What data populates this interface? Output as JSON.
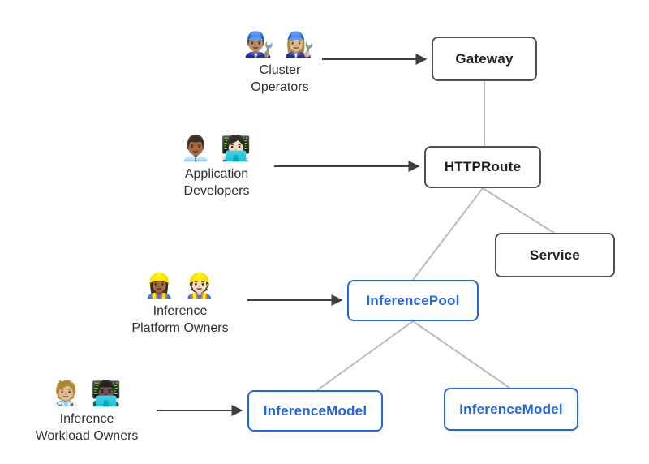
{
  "diagram": {
    "title_hint": "Gateway API inference extension resource model",
    "colors": {
      "background": "#ffffff",
      "standard_box_border": "#4e5256",
      "standard_box_text": "#212121",
      "inference_box_border": "#2166e6",
      "inference_box_text": "#2166e6",
      "connector_gray": "#b9bbbd",
      "arrow_dark": "#3c4043",
      "persona_text": "#2f2f2f"
    },
    "personas": [
      {
        "id": "cluster-operators",
        "emojis": "👨🏽‍🔧 👩🏼‍🔧",
        "line1": "Cluster",
        "line2": "Operators"
      },
      {
        "id": "application-developers",
        "emojis": "👨🏾‍💼 👩🏻‍💻",
        "line1": "Application",
        "line2": "Developers"
      },
      {
        "id": "inference-platform-owners",
        "emojis": "👷🏾‍♀️ 👷🏻",
        "line1": "Inference",
        "line2": "Platform Owners"
      },
      {
        "id": "inference-workload-owners",
        "emojis": "🧑🏼‍⚕️ 👨🏿‍💻",
        "line1": "Inference",
        "line2": "Workload Owners"
      }
    ],
    "nodes": [
      {
        "id": "gateway",
        "label": "Gateway",
        "style": "standard"
      },
      {
        "id": "httproute",
        "label": "HTTPRoute",
        "style": "standard"
      },
      {
        "id": "service",
        "label": "Service",
        "style": "standard"
      },
      {
        "id": "inference-pool",
        "label": "InferencePool",
        "style": "inference"
      },
      {
        "id": "inference-model-left",
        "label": "InferenceModel",
        "style": "inference"
      },
      {
        "id": "inference-model-right",
        "label": "InferenceModel",
        "style": "inference"
      }
    ],
    "edges": [
      {
        "from": "cluster-operators",
        "to": "gateway",
        "kind": "arrow"
      },
      {
        "from": "application-developers",
        "to": "httproute",
        "kind": "arrow"
      },
      {
        "from": "inference-platform-owners",
        "to": "inference-pool",
        "kind": "arrow"
      },
      {
        "from": "inference-workload-owners",
        "to": "inference-model-left",
        "kind": "arrow"
      },
      {
        "from": "gateway",
        "to": "httproute",
        "kind": "line"
      },
      {
        "from": "httproute",
        "to": "service",
        "kind": "line"
      },
      {
        "from": "httproute",
        "to": "inference-pool",
        "kind": "line"
      },
      {
        "from": "inference-pool",
        "to": "inference-model-left",
        "kind": "line"
      },
      {
        "from": "inference-pool",
        "to": "inference-model-right",
        "kind": "line"
      }
    ]
  }
}
